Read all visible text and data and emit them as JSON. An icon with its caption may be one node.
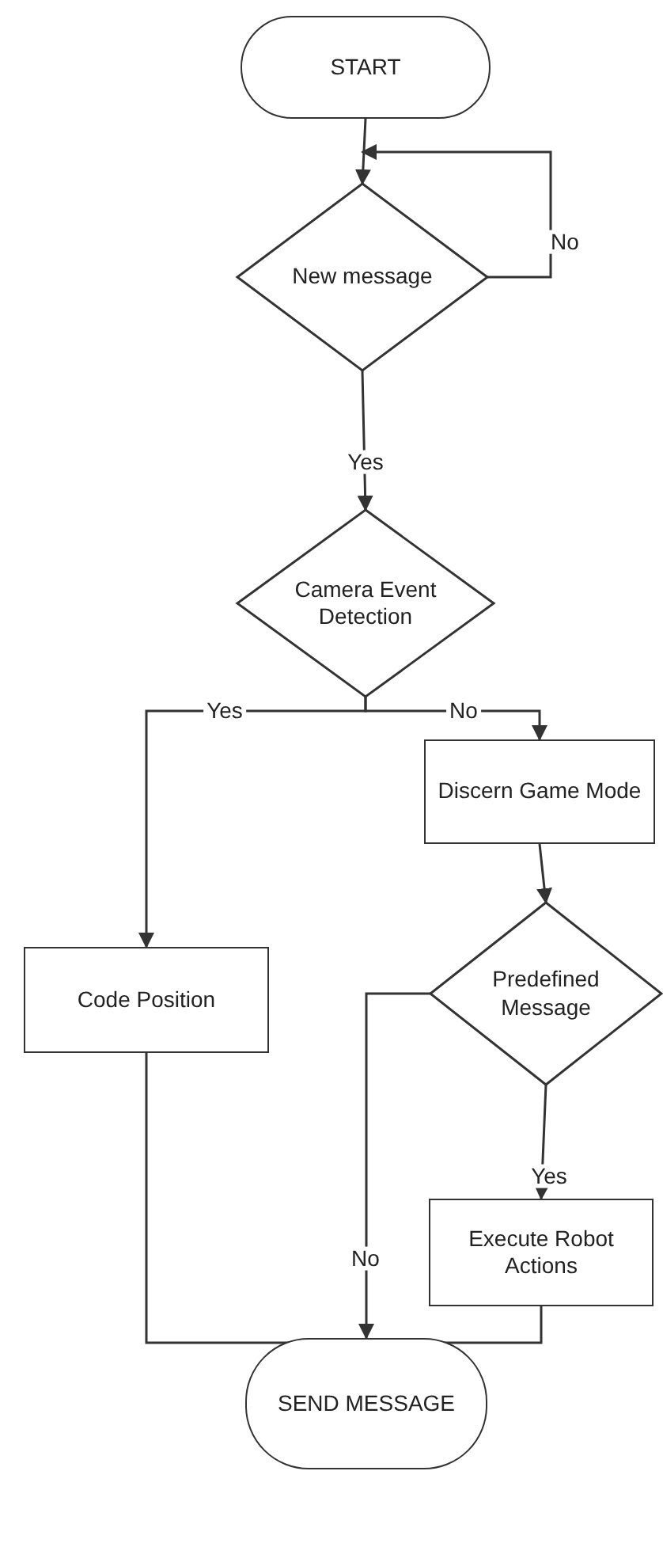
{
  "diagram": {
    "nodes": [
      {
        "text": [
          "START"
        ]
      },
      {
        "text": [
          "New message"
        ]
      },
      {
        "text": [
          "Camera Event Detection"
        ]
      },
      {
        "text": [
          "Code Position"
        ]
      },
      {
        "text": [
          "Discern Game Mode"
        ]
      },
      {
        "text": [
          "Predefined Message"
        ]
      },
      {
        "text": [
          "Execute Robot Actions"
        ]
      },
      {
        "text": [
          "SEND MESSAGE"
        ]
      }
    ],
    "edges": [
      {
        "from": 0,
        "to": 1,
        "arrow": "to"
      },
      {
        "from": 1,
        "to": 1,
        "arrow": "to",
        "label": "No"
      },
      {
        "from": 1,
        "to": 2,
        "arrow": "to",
        "label": "Yes"
      },
      {
        "from": 2,
        "to": 3,
        "arrow": "to",
        "label": "Yes"
      },
      {
        "from": 2,
        "to": 4,
        "arrow": "to",
        "label": "No"
      },
      {
        "from": 4,
        "to": 5,
        "arrow": "to"
      },
      {
        "from": 5,
        "to": 6,
        "arrow": "to",
        "label": "Yes"
      },
      {
        "from": 5,
        "to": 7,
        "arrow": "to",
        "label": "No"
      },
      {
        "from": 3,
        "to": 7,
        "arrow": "to"
      },
      {
        "from": 6,
        "to": 7,
        "arrow": "to"
      }
    ]
  }
}
